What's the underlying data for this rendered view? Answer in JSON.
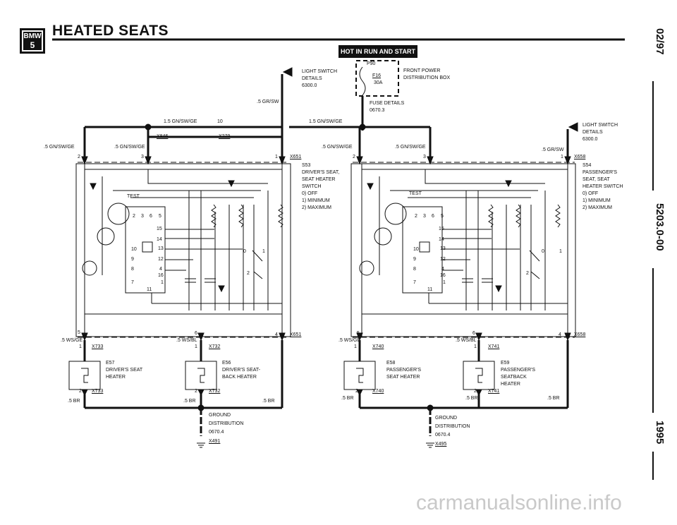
{
  "header": {
    "logo_top": "BMW",
    "logo_bottom": "5",
    "title": "HEATED SEATS"
  },
  "hot_label": "HOT IN RUN AND START",
  "fuse": {
    "p90": "P90",
    "front_power": "FRONT POWER",
    "dist_box": "DISTRIBUTION BOX",
    "f16": "F16",
    "f16_amp": "30A",
    "fuse_details": "FUSE DETAILS",
    "fuse_details_code": "0670.3"
  },
  "left_light_switch": {
    "title": "LIGHT SWITCH",
    "details": "DETAILS",
    "code": "6300.0"
  },
  "right_light_switch": {
    "title": "LIGHT SWITCH",
    "details": "DETAILS",
    "code": "6300.0"
  },
  "wires": {
    "gn_sw_ge_15": "1.5 GN/SW/GE",
    "gn_sw_ge_15b": "1.5 GN/SW/GE",
    "gn_sw_ge_left": ".5 GN/SW/GE",
    "gn_sw_ge_left2": ".5 GN/SW/GE",
    "gn_sw_ge_mid": ".5 GN/SW/GE",
    "gn_sw_ge_mid2": ".5 GN/SW/GE",
    "gr_sw_left": ".5 GR/SW",
    "gr_sw_right": ".5 GR/SW",
    "ws_ge_l": ".5 WS/GE",
    "ws_bl_l": ".5 WS/BL",
    "ws_ge_r": ".5 WS/GE",
    "ws_bl_r": ".5 WS/BL",
    "br_1": ".5 BR",
    "br_2": ".5 BR",
    "br_3": ".5 BR",
    "br_4": ".5 BR",
    "br_5": ".5 BR",
    "br_6": ".5 BR",
    "n10": "10"
  },
  "connectors": {
    "x846": "X846",
    "x279": "X279",
    "x651": "X651",
    "x651b": "X651",
    "x658": "X658",
    "x658b": "X658",
    "x733": "X733",
    "x733b": "X733",
    "x732": "X732",
    "x732b": "X732",
    "x740": "X740",
    "x740b": "X740",
    "x741": "X741",
    "x741b": "X741",
    "x491": "X491",
    "x495": "X495"
  },
  "s53": {
    "id": "S53",
    "l1": "DRIVER'S SEAT,",
    "l2": "SEAT HEATER",
    "l3": "SWITCH",
    "l4": "0)  OFF",
    "l5": "1)  MINIMUM",
    "l6": "2)  MAXIMUM"
  },
  "s54": {
    "id": "S54",
    "l1": "PASSENGER'S",
    "l2": "SEAT, SEAT",
    "l3": "HEATER SWITCH",
    "l4": "0)  OFF",
    "l5": "1)  MINIMUM",
    "l6": "2)  MAXIMUM"
  },
  "e57": {
    "id": "E57",
    "l1": "DRIVER'S SEAT",
    "l2": "HEATER"
  },
  "e56": {
    "id": "E56",
    "l1": "DRIVER'S SEAT-",
    "l2": "BACK HEATER"
  },
  "e58": {
    "id": "E58",
    "l1": "PASSENGER'S",
    "l2": "SEAT HEATER"
  },
  "e59": {
    "id": "E59",
    "l1": "PASSENGER'S",
    "l2": "SEATBACK",
    "l3": "HEATER"
  },
  "ground_l": {
    "l1": "GROUND",
    "l2": "DISTRIBUTION",
    "l3": "0670.4"
  },
  "ground_r": {
    "l1": "GROUND",
    "l2": "DISTRIBUTION",
    "l3": "0670.4"
  },
  "module_l": {
    "test": "TEST",
    "p2": "2",
    "p3": "3",
    "p6": "6",
    "p5": "5",
    "p15": "15",
    "p14": "14",
    "p10": "10",
    "p13": "13",
    "p9": "9",
    "p12": "12",
    "p8": "8",
    "p4": "4",
    "p16": "16",
    "p7": "7",
    "p1": "1",
    "p11": "11",
    "sw0": "0",
    "sw1": "1",
    "sw2": "2"
  },
  "module_r": {
    "test": "TEST",
    "p2": "2",
    "p3": "3",
    "p6": "6",
    "p5": "5",
    "p15": "15",
    "p14": "14",
    "p10": "10",
    "p13": "13",
    "p9": "9",
    "p12": "12",
    "p8": "8",
    "p4": "4",
    "p16": "16",
    "p7": "7",
    "p1": "1",
    "p11": "11",
    "sw0": "0",
    "sw1": "1",
    "sw2": "2"
  },
  "pins": {
    "l2": "2",
    "l3": "3",
    "l1": "1",
    "r2": "2",
    "r3": "3",
    "r1": "1",
    "l5": "5",
    "l1b": "1",
    "l6": "6",
    "l1c": "1",
    "l4": "4",
    "r5": "5",
    "r1b": "1",
    "r6": "6",
    "r1c": "1",
    "r4": "4",
    "l2b": "2",
    "l2c": "2",
    "r2b": "2",
    "r2c": "2"
  },
  "side": {
    "date": "02/97",
    "doc": "5203.0-00",
    "year": "1995"
  },
  "footer": "carmanualsonline.info"
}
